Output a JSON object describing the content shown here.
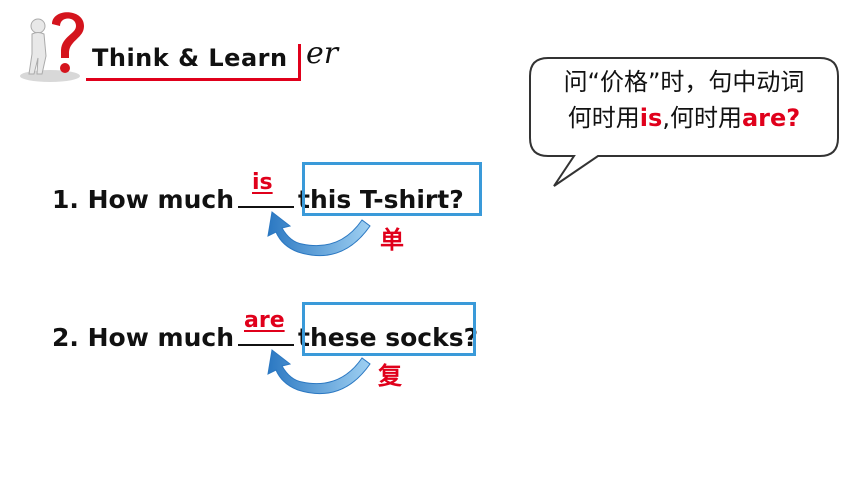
{
  "header": {
    "title": "Think & Learn",
    "deco": "er"
  },
  "bubble": {
    "line1": "问“价格”时，句中动词",
    "line2_a": "何时用",
    "line2_is": "is",
    "line2_b": ",何时用",
    "line2_are": "are",
    "line2_c": "?"
  },
  "sentences": [
    {
      "num": "1.",
      "prefix": "How much",
      "answer": "is",
      "phrase": "this T-shirt",
      "end": "?",
      "tag": "单"
    },
    {
      "num": "2.",
      "prefix": "How much",
      "answer": "are",
      "phrase": "these socks",
      "end": "?",
      "tag": "复"
    }
  ],
  "colors": {
    "accent": "#e0001b",
    "box": "#3a9ad9"
  }
}
